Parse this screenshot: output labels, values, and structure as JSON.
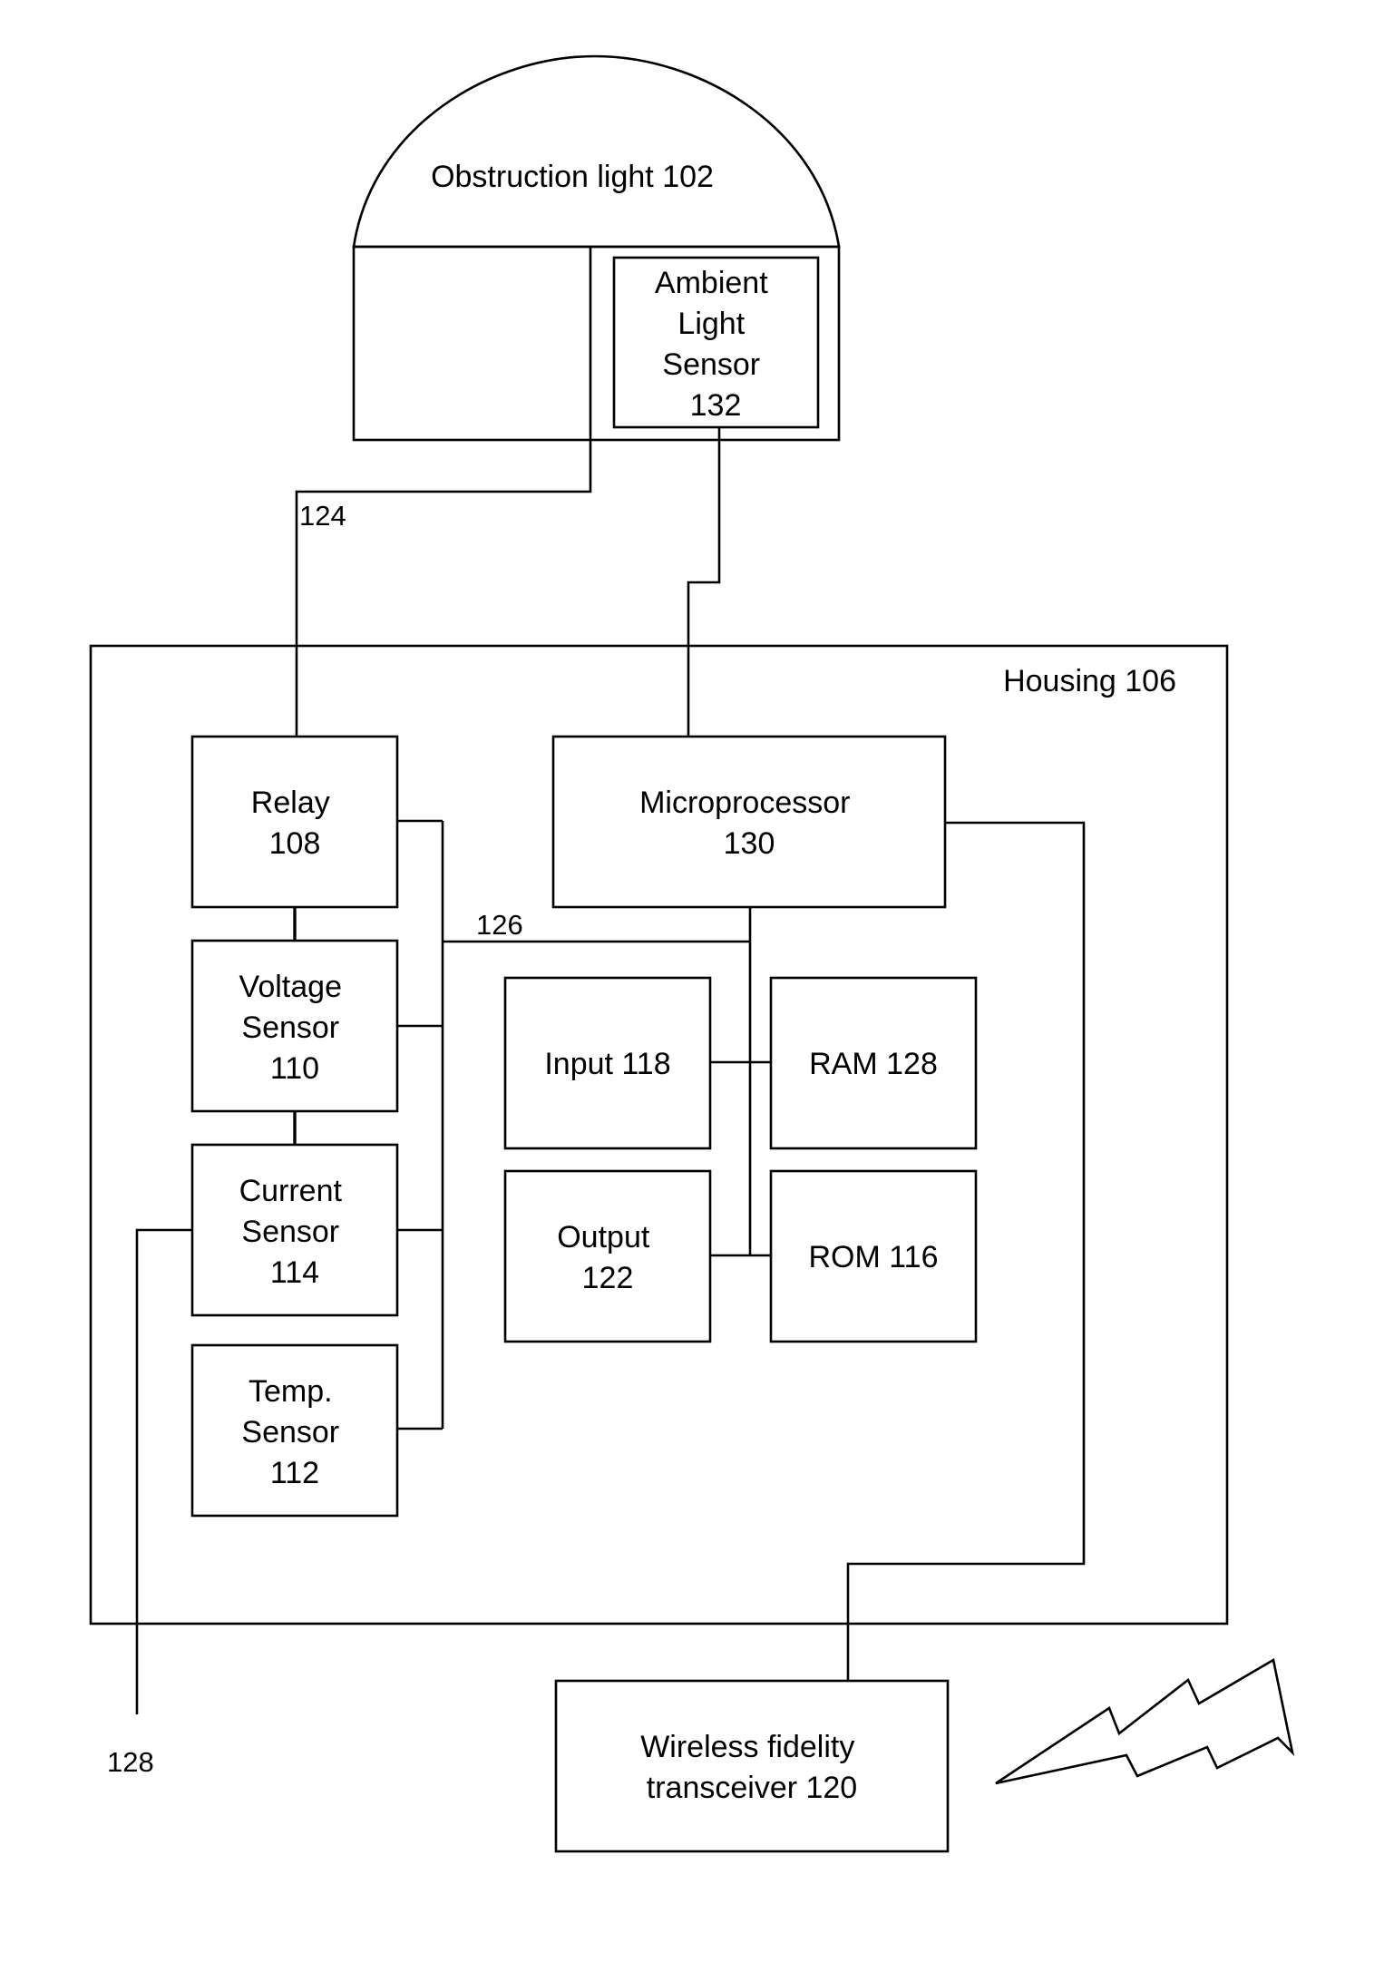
{
  "diagram": {
    "obstruction_light": {
      "label": "Obstruction light 102"
    },
    "ambient_light_sensor": {
      "lines": [
        "Ambient",
        "Light",
        "Sensor",
        "132"
      ]
    },
    "housing": {
      "label": "Housing 106"
    },
    "relay": {
      "lines": [
        "Relay",
        "108"
      ]
    },
    "voltage_sensor": {
      "lines": [
        "Voltage",
        "Sensor",
        "110"
      ]
    },
    "current_sensor": {
      "lines": [
        "Current",
        "Sensor",
        "114"
      ]
    },
    "temp_sensor": {
      "lines": [
        "Temp.",
        "Sensor",
        "112"
      ]
    },
    "microprocessor": {
      "lines": [
        "Microprocessor",
        "130"
      ]
    },
    "input": {
      "label": "Input 118"
    },
    "ram": {
      "label": "RAM 128"
    },
    "output": {
      "lines": [
        "Output",
        "122"
      ]
    },
    "rom": {
      "label": "ROM 116"
    },
    "wifi_transceiver": {
      "lines": [
        "Wireless fidelity",
        "transceiver 120"
      ]
    },
    "references": {
      "power_line": "124",
      "bus": "126",
      "external_line": "128"
    }
  }
}
